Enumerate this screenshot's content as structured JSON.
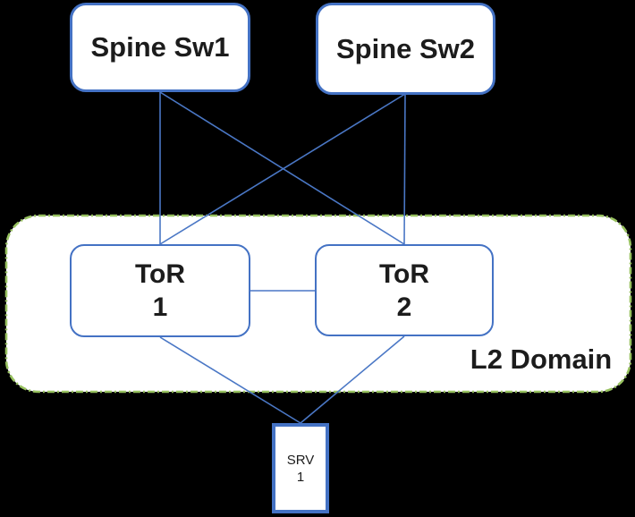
{
  "diagram": {
    "type": "network-topology",
    "nodes": {
      "spine1": {
        "label": "Spine Sw1"
      },
      "spine2": {
        "label": "Spine Sw2"
      },
      "tor1": {
        "line1": "ToR",
        "line2": "1"
      },
      "tor2": {
        "line1": "ToR",
        "line2": "2"
      },
      "srv1": {
        "line1": "SRV",
        "line2": "1"
      }
    },
    "domain": {
      "label": "L2 Domain"
    },
    "links": [
      {
        "from": "spine-sw1",
        "to": "tor-1"
      },
      {
        "from": "spine-sw1",
        "to": "tor-2"
      },
      {
        "from": "spine-sw2",
        "to": "tor-1"
      },
      {
        "from": "spine-sw2",
        "to": "tor-2"
      },
      {
        "from": "tor-1",
        "to": "tor-2"
      },
      {
        "from": "tor-1",
        "to": "srv-1"
      },
      {
        "from": "tor-2",
        "to": "srv-1"
      }
    ],
    "colors": {
      "node_border": "#4472C4",
      "connector": "#4A77C5",
      "domain_border": "#97C15F",
      "node_fill": "#FFFFFF",
      "background": "#000000",
      "text": "#1C1C1C"
    }
  }
}
